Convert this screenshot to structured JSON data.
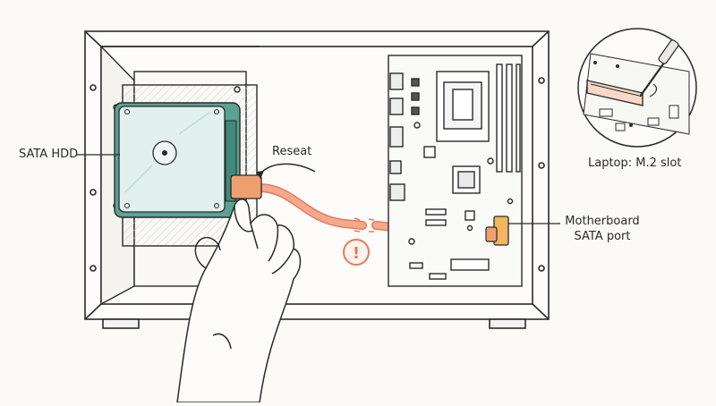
{
  "labels": {
    "hdd": "SATA HDD",
    "reseat": "Reseat",
    "motherboard_line1": "Motherboard",
    "motherboard_line2": "SATA port",
    "laptop": "Laptop: M.2 slot"
  },
  "icons": {
    "warning": "!",
    "warning_name": "warning-icon"
  },
  "colors": {
    "cable": "#f4a98d",
    "cable_stroke": "#e8795a",
    "connector": "#f0a070",
    "warning": "#e8795a",
    "drive": "#e3f1ee",
    "pcb": "#5aa292",
    "mobo_port": "#f2b560",
    "ink": "#2a2a2a"
  }
}
